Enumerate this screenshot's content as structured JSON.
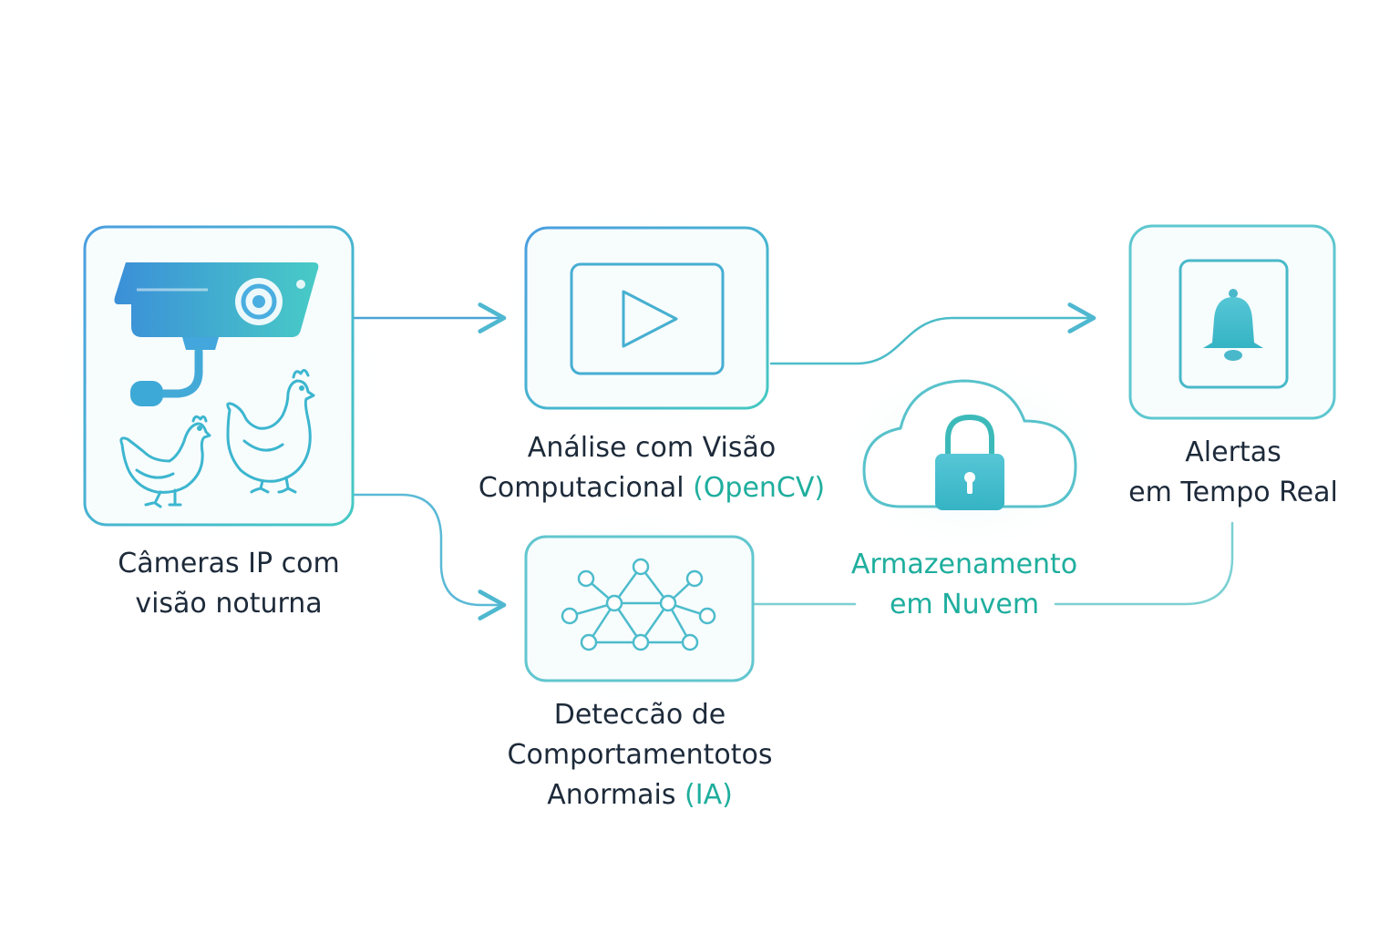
{
  "nodes": {
    "cameras": {
      "line1": "Câmeras IP com",
      "line2": "visão noturna",
      "icon": "security-camera-and-chickens-icon"
    },
    "analysis": {
      "line1": "Análise com Visão",
      "line2_main": "Computacional",
      "line2_accent": "(OpenCV)",
      "icon": "video-play-icon"
    },
    "detection": {
      "line1": "Deteccão de",
      "line2": "Comportamentotos",
      "line3_main": "Anormais",
      "line3_accent": "(IA)",
      "icon": "neural-network-icon"
    },
    "storage": {
      "line1": "Armazenamento",
      "line2": "em Nuvem",
      "icon": "cloud-lock-icon"
    },
    "alerts": {
      "line1": "Alertas",
      "line2": "em Tempo Real",
      "icon": "bell-icon"
    }
  },
  "colors": {
    "text": "#1d2a3a",
    "accent": "#1fae9e",
    "blue": "#3d8fd8",
    "teal": "#3ec5c0"
  }
}
